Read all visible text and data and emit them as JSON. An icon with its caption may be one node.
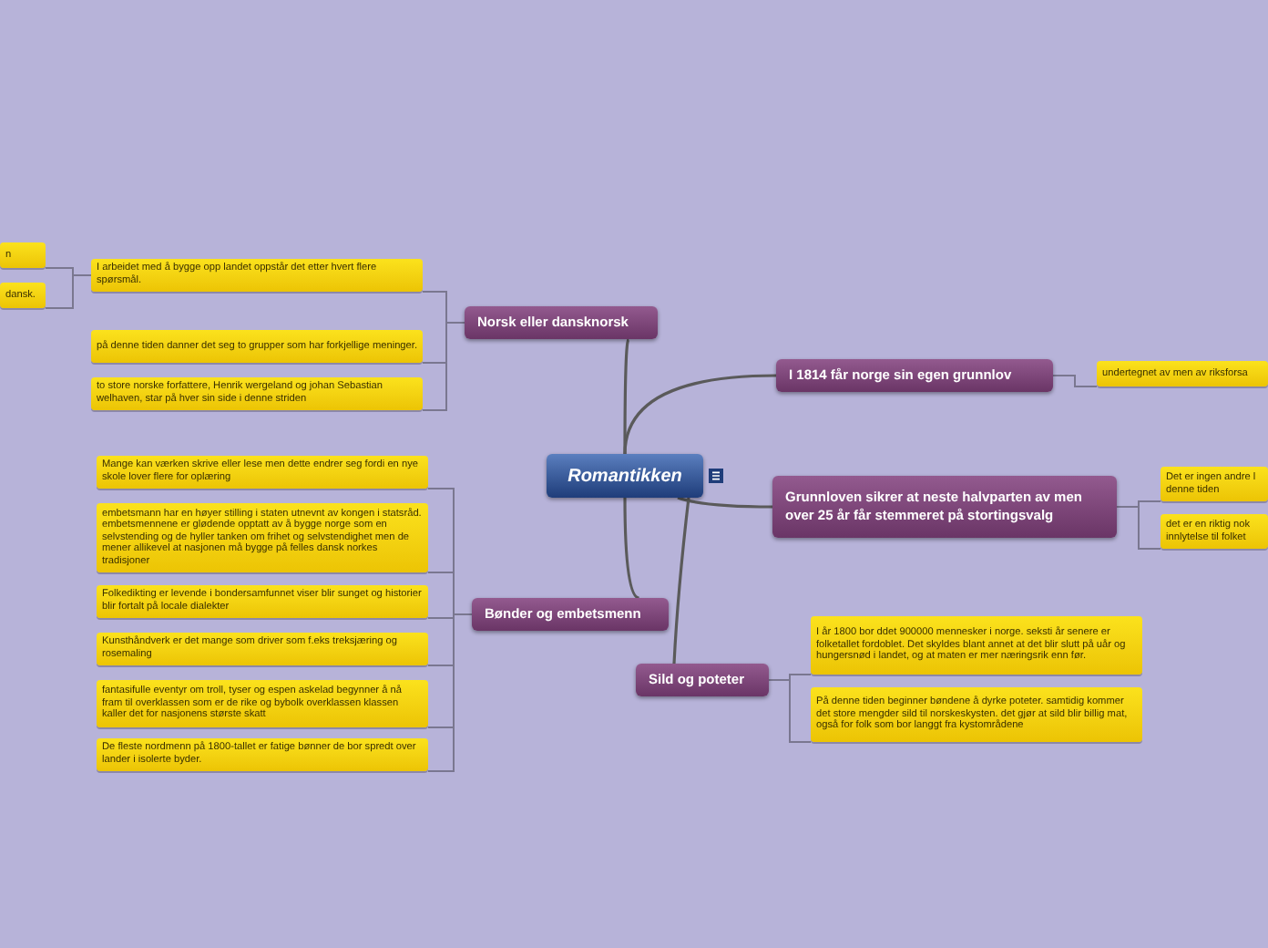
{
  "diagram": {
    "nodes": [
      {
        "text": [
          "Romantikken"
        ]
      },
      {
        "text": [
          "Norsk eller dansknorsk"
        ]
      },
      {
        "text": [
          "I arbeidet med å bygge opp landet oppstår det etter hvert flere spørsmål."
        ]
      },
      {
        "text": [
          "på denne tiden danner det seg to grupper som har forkjellige meninger."
        ]
      },
      {
        "text": [
          "to store norske forfattere, Henrik wergeland og johan Sebastian welhaven, star på hver sin side i denne striden"
        ]
      },
      {
        "text": [
          "n"
        ]
      },
      {
        "text": [
          "dansk."
        ]
      },
      {
        "text": [
          "I 1814 får norge sin egen grunnlov"
        ]
      },
      {
        "text": [
          "undertegnet av men av riksforsa"
        ]
      },
      {
        "text": [
          "Grunnloven sikrer at neste halvparten av men over 25 år får stemmeret på stortingsvalg"
        ]
      },
      {
        "text": [
          "Det er ingen andre l denne tiden"
        ]
      },
      {
        "text": [
          "det er en riktig nok innlytelse til folket"
        ]
      },
      {
        "text": [
          "Bønder og embetsmenn"
        ]
      },
      {
        "text": [
          "Mange kan værken skrive eller lese men dette endrer seg fordi en nye skole lover flere for oplæring"
        ]
      },
      {
        "text": [
          "embetsmann har en høyer stilling i staten utnevnt av kongen i statsråd. embetsmennene er glødende opptatt av å bygge norge som en selvstending og de hyller tanken om frihet og selvstendighet men de mener allikevel at nasjonen må bygge på felles dansk norkes tradisjoner"
        ]
      },
      {
        "text": [
          "Folkedikting er levende i bondersamfunnet viser blir sunget og historier blir fortalt på locale dialekter"
        ]
      },
      {
        "text": [
          "Kunsthåndverk er det mange som driver som f.eks treksjæring og rosemaling"
        ]
      },
      {
        "text": [
          "fantasifulle eventyr om troll, tyser og espen askelad begynner å nå fram til overklassen som er de rike og bybolk overklassen klassen kaller det for nasjonens største skatt"
        ]
      },
      {
        "text": [
          "De fleste nordmenn på 1800-tallet er fatige bønner de bor spredt over lander i isolerte byder."
        ]
      },
      {
        "text": [
          "Sild og poteter"
        ]
      },
      {
        "text": [
          "I år 1800 bor ddet 900000 mennesker i norge. seksti år senere er folketallet fordoblet. Det skyldes blant annet at det blir slutt på uår og hungersnød i landet, og at maten er mer næringsrik enn før."
        ]
      },
      {
        "text": [
          "På denne tiden beginner bøndene å dyrke poteter. samtidig kommer det store mengder sild til norskeskysten. det gjør at sild blir billig mat, også for folk som bor langgt fra kystområdene"
        ]
      }
    ],
    "edges": [
      {
        "from": 0,
        "to": 1,
        "arrow": "none"
      },
      {
        "from": 0,
        "to": 7,
        "arrow": "none"
      },
      {
        "from": 0,
        "to": 9,
        "arrow": "none"
      },
      {
        "from": 0,
        "to": 12,
        "arrow": "none"
      },
      {
        "from": 0,
        "to": 19,
        "arrow": "none"
      },
      {
        "from": 1,
        "to": 2,
        "arrow": "none"
      },
      {
        "from": 1,
        "to": 3,
        "arrow": "none"
      },
      {
        "from": 1,
        "to": 4,
        "arrow": "none"
      },
      {
        "from": 2,
        "to": 5,
        "arrow": "none"
      },
      {
        "from": 2,
        "to": 6,
        "arrow": "none"
      },
      {
        "from": 7,
        "to": 8,
        "arrow": "none"
      },
      {
        "from": 9,
        "to": 10,
        "arrow": "none"
      },
      {
        "from": 9,
        "to": 11,
        "arrow": "none"
      },
      {
        "from": 12,
        "to": 13,
        "arrow": "none"
      },
      {
        "from": 12,
        "to": 14,
        "arrow": "none"
      },
      {
        "from": 12,
        "to": 15,
        "arrow": "none"
      },
      {
        "from": 12,
        "to": 16,
        "arrow": "none"
      },
      {
        "from": 12,
        "to": 17,
        "arrow": "none"
      },
      {
        "from": 12,
        "to": 18,
        "arrow": "none"
      },
      {
        "from": 19,
        "to": 20,
        "arrow": "none"
      },
      {
        "from": 19,
        "to": 21,
        "arrow": "none"
      }
    ]
  }
}
